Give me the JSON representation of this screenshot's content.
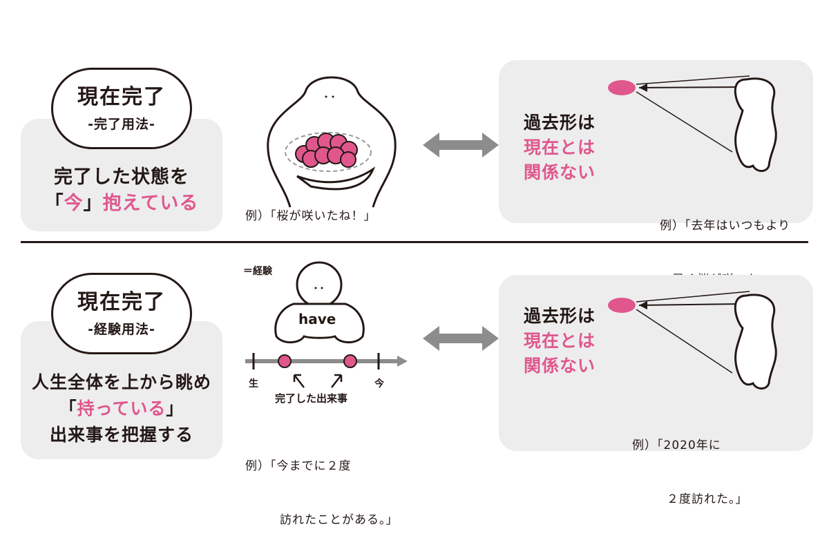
{
  "top": {
    "pill_title": "現在完了",
    "pill_sub": "-完了用法-",
    "desc_line1": "完了した状態を",
    "desc_line2_pre": "「",
    "desc_line2_pink": "今",
    "desc_line2_mid": "」",
    "desc_line2_pink2": "抱えている",
    "example": "例）「桜が咲いたね！」",
    "past_line1": "過去形は",
    "past_line2": "現在とは",
    "past_line3": "関係ない",
    "past_example_1": "例）「去年はいつもより",
    "past_example_2": "早く桜が咲いた。」"
  },
  "bottom": {
    "pill_title": "現在完了",
    "pill_sub": "-経験用法-",
    "desc_line1": "人生全体を上から眺め",
    "desc_line2_pre": "「",
    "desc_line2_pink": "持っている",
    "desc_line2_post": "」",
    "desc_line3": "出来事を把握する",
    "equal_label": "＝経験",
    "have_label": "have",
    "timeline_start": "生",
    "timeline_end": "今",
    "events_label": "完了した出来事",
    "example_1": "例）「今までに２度",
    "example_2": "訪れたことがある。」",
    "past_line1": "過去形は",
    "past_line2": "現在とは",
    "past_line3": "関係ない",
    "past_example_1": "例）「2020年に",
    "past_example_2": "２度訪れた。」"
  },
  "colors": {
    "accent_pink": "#e0578d",
    "card_gray": "#ededed",
    "ink": "#231815",
    "arrow_gray": "#8c8c8c"
  }
}
